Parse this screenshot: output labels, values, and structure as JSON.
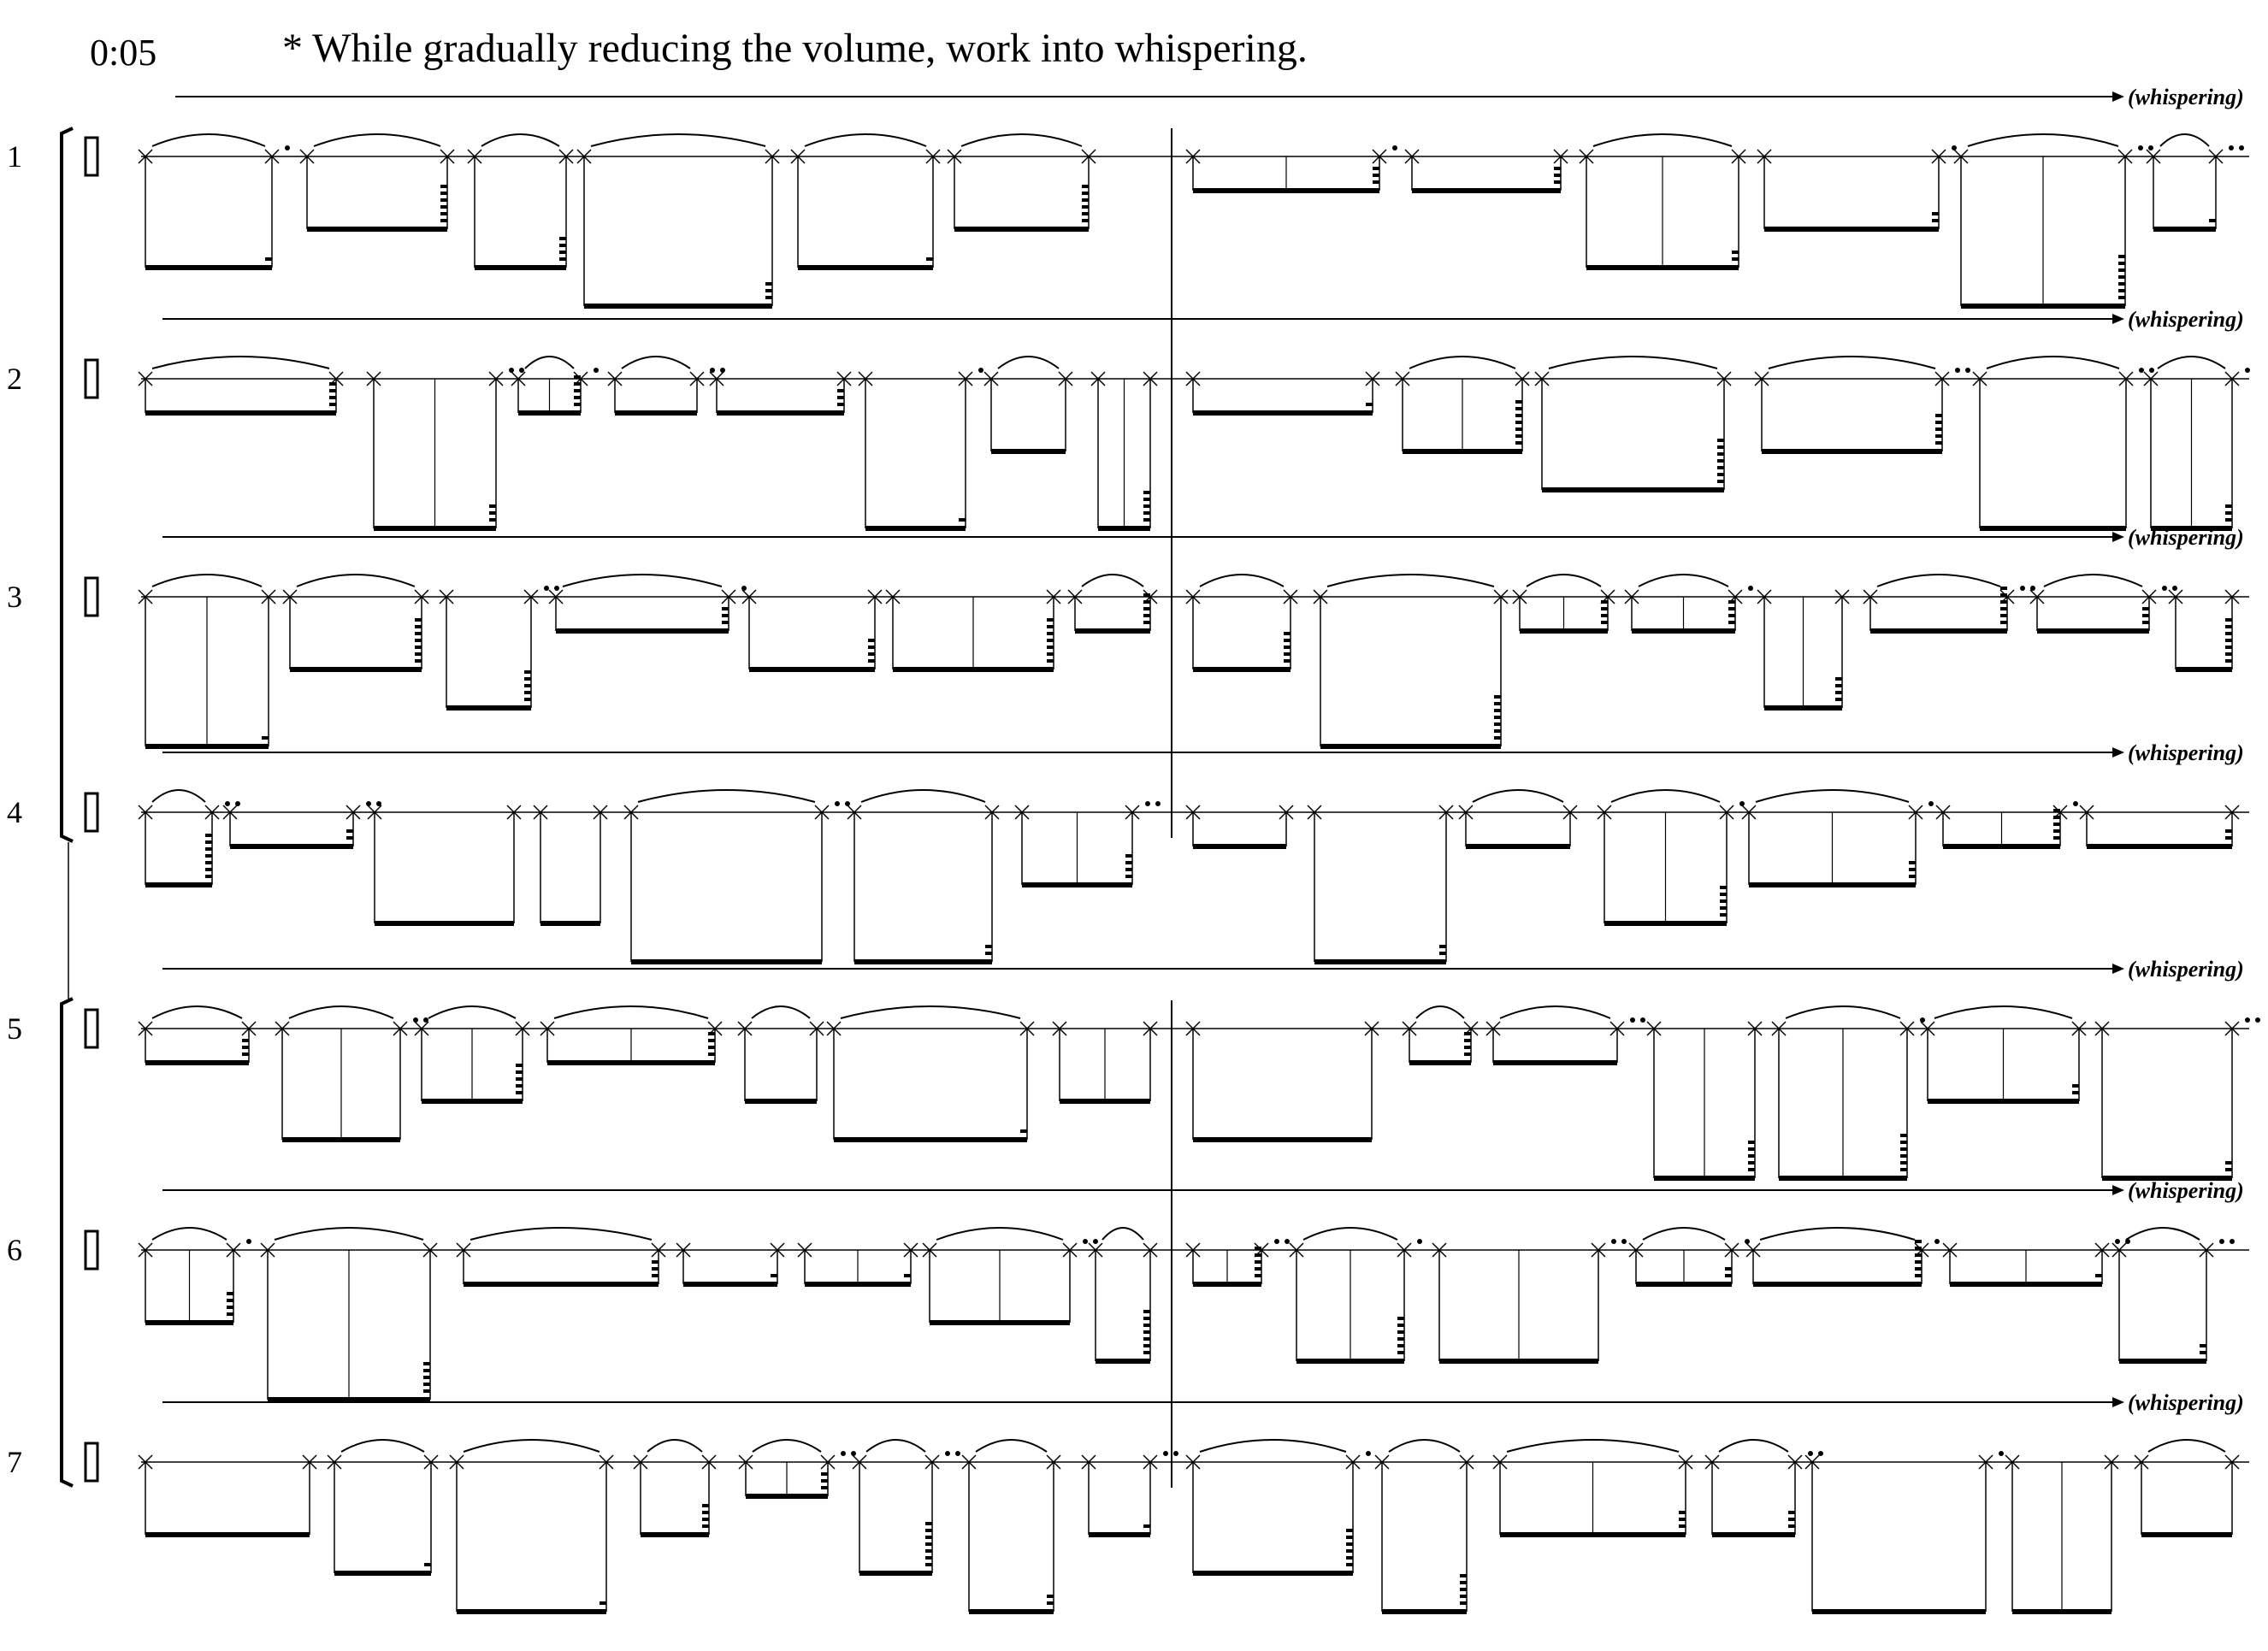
{
  "header": {
    "time_marker": "0:05",
    "instruction": "* While gradually reducing the volume, work into whispering."
  },
  "whisper_label": "(whispering)",
  "staves": [
    {
      "number": "1"
    },
    {
      "number": "2"
    },
    {
      "number": "3"
    },
    {
      "number": "4"
    },
    {
      "number": "5"
    },
    {
      "number": "6"
    },
    {
      "number": "7"
    }
  ]
}
